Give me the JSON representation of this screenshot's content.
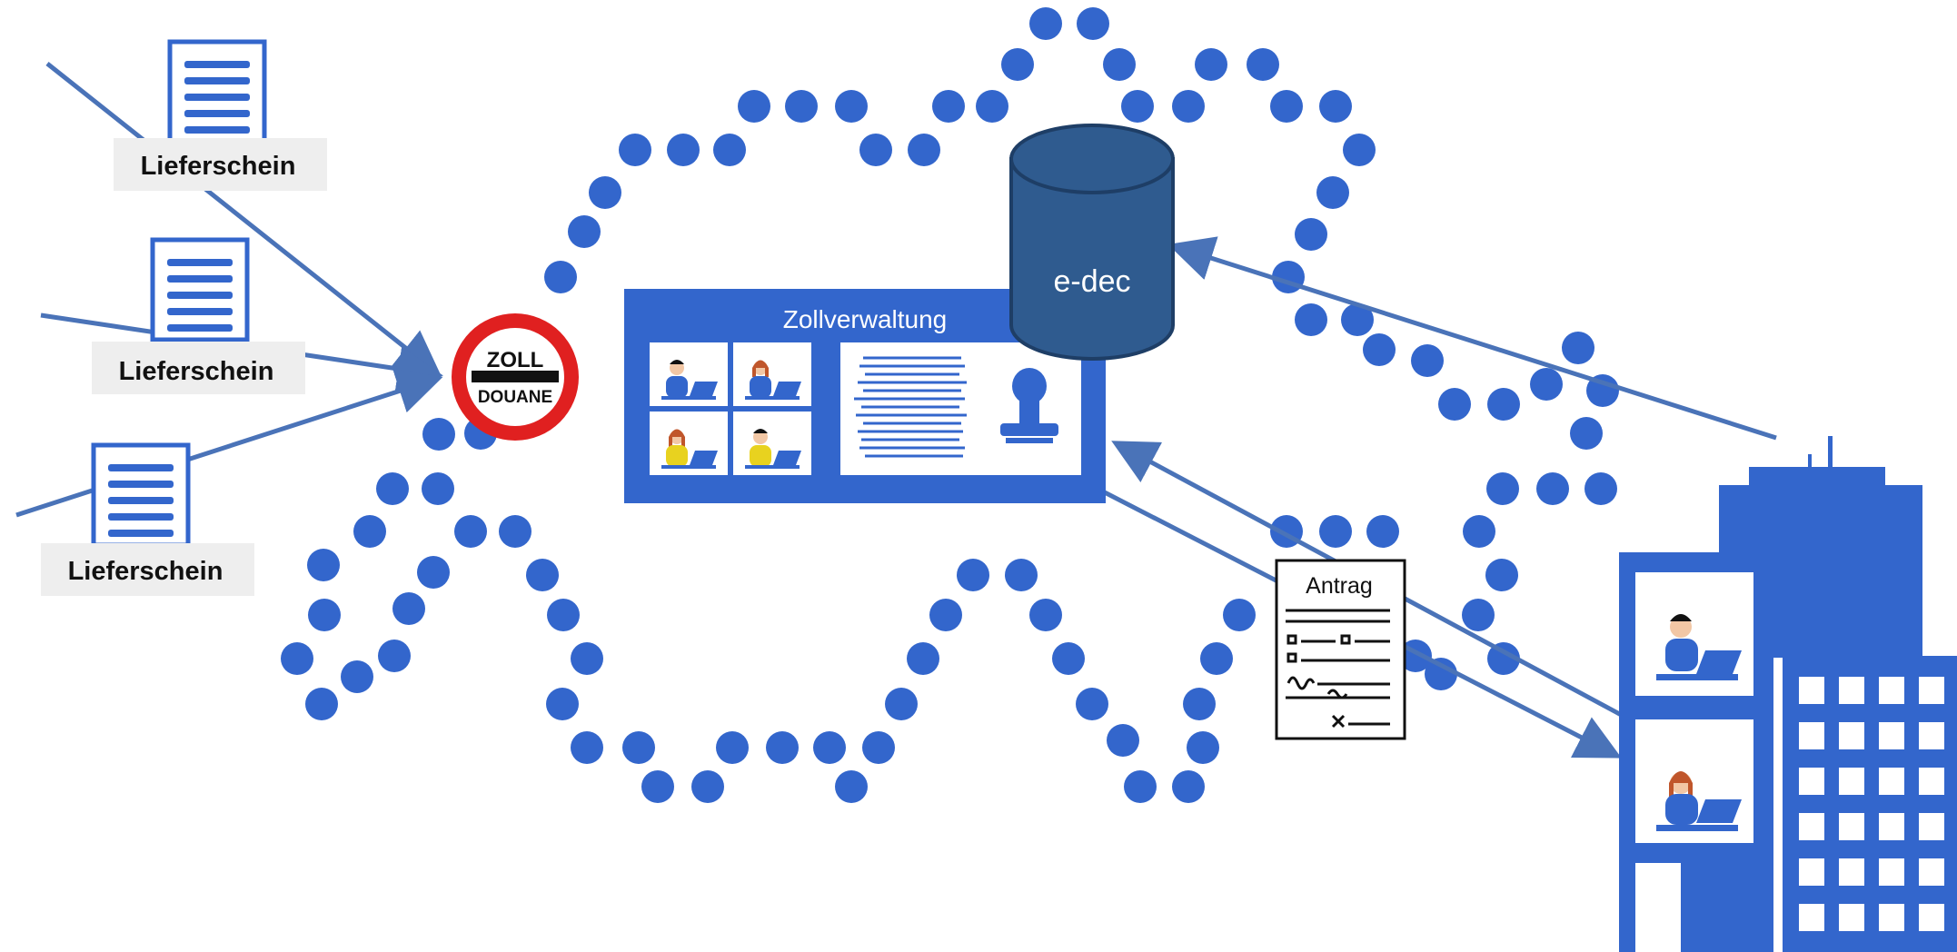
{
  "delivery_notes": [
    {
      "label": "Lieferschein"
    },
    {
      "label": "Lieferschein"
    },
    {
      "label": "Lieferschein"
    }
  ],
  "customs_sign": {
    "top": "ZOLL",
    "bottom": "DOUANE"
  },
  "customs_office": {
    "title": "Zollverwaltung"
  },
  "database": {
    "label": "e-dec"
  },
  "application_form": {
    "title": "Antrag"
  },
  "colors": {
    "primary_blue": "#3366cc",
    "arrow_blue": "#4a73b8",
    "database_fill": "#2f5b8f",
    "sign_red": "#e02020",
    "label_bg": "#eeeeee"
  },
  "icons": [
    "document-icon",
    "zoll-sign-icon",
    "person-icon",
    "stamp-icon",
    "database-icon",
    "form-icon",
    "building-icon",
    "antenna-icon"
  ]
}
